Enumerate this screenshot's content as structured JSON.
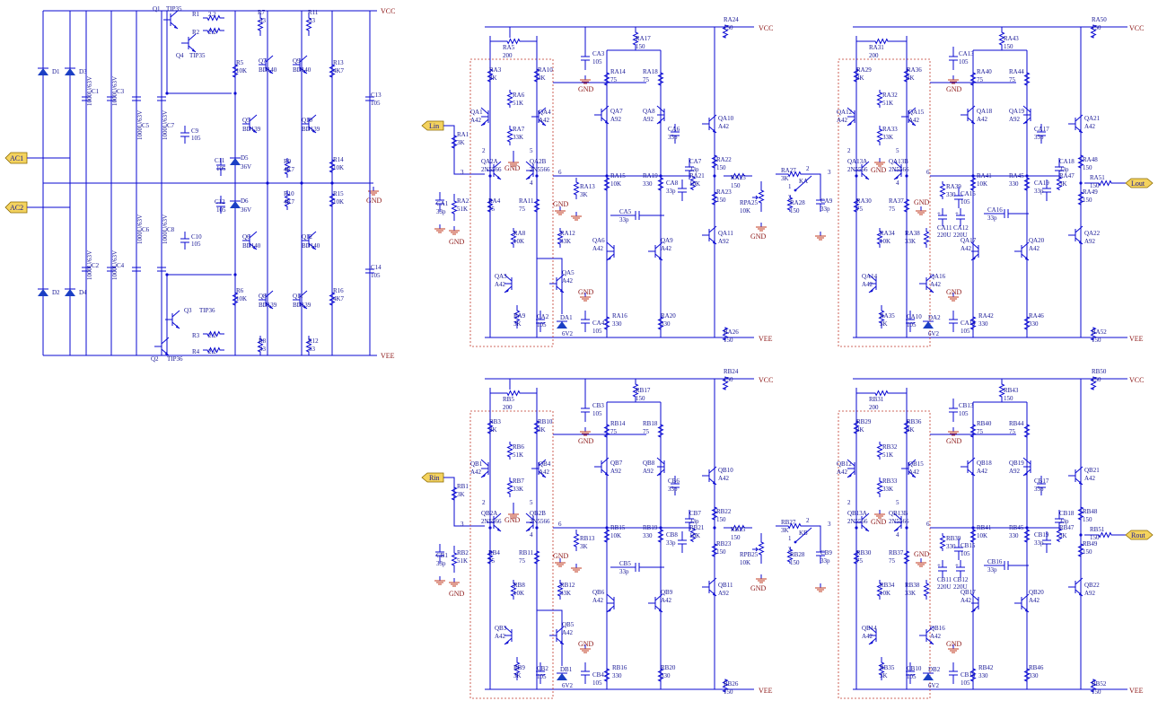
{
  "rails": {
    "vcc": "VCC",
    "vee": "VEE",
    "gnd": "GND"
  },
  "supply": {
    "ac1": "AC1",
    "ac2": "AC2",
    "diodes": [
      "D1",
      "D2",
      "D3",
      "D4"
    ],
    "caps_big": [
      {
        "ref": "C1",
        "val": "1000U/63V"
      },
      {
        "ref": "C3",
        "val": "1000U/63V"
      },
      {
        "ref": "C2",
        "val": "1000U/63V"
      },
      {
        "ref": "C4",
        "val": "1000U/63V"
      },
      {
        "ref": "C5",
        "val": "1000U/63V"
      },
      {
        "ref": "C7",
        "val": "1000U/63V"
      },
      {
        "ref": "C6",
        "val": "1000U/63V"
      },
      {
        "ref": "C8",
        "val": "1000U/63V"
      }
    ],
    "caps_small": [
      {
        "ref": "C9",
        "val": "105"
      },
      {
        "ref": "C10",
        "val": "105"
      },
      {
        "ref": "C11",
        "val": "105"
      },
      {
        "ref": "C12",
        "val": "105"
      },
      {
        "ref": "C13",
        "val": "105"
      },
      {
        "ref": "C14",
        "val": "105"
      }
    ],
    "transistors": [
      {
        "ref": "Q1",
        "val": "TIP35"
      },
      {
        "ref": "Q4",
        "val": "TIP35"
      },
      {
        "ref": "Q3",
        "val": "TIP36"
      },
      {
        "ref": "Q2",
        "val": "TIP36"
      },
      {
        "ref": "Q7",
        "val": "BD140"
      },
      {
        "ref": "Q9",
        "val": "BD140"
      },
      {
        "ref": "Q5",
        "val": "BD139"
      },
      {
        "ref": "Q10",
        "val": "BD139"
      },
      {
        "ref": "Q6",
        "val": "BD140"
      },
      {
        "ref": "Q12",
        "val": "BD140"
      },
      {
        "ref": "Q8",
        "val": "BD139"
      },
      {
        "ref": "Q11",
        "val": "BD139"
      }
    ],
    "resistors": [
      {
        "ref": "R1",
        "val": "2.2"
      },
      {
        "ref": "R2",
        "val": "2.2"
      },
      {
        "ref": "R3",
        "val": "2.2"
      },
      {
        "ref": "R4",
        "val": "2.2"
      },
      {
        "ref": "R7",
        "val": "33"
      },
      {
        "ref": "R11",
        "val": "33"
      },
      {
        "ref": "R8",
        "val": "33"
      },
      {
        "ref": "R12",
        "val": "33"
      },
      {
        "ref": "R5",
        "val": "10K"
      },
      {
        "ref": "R6",
        "val": "10K"
      },
      {
        "ref": "R9",
        "val": "4K7"
      },
      {
        "ref": "R10",
        "val": "4K7"
      },
      {
        "ref": "R13",
        "val": "4K7"
      },
      {
        "ref": "R16",
        "val": "4K7"
      },
      {
        "ref": "R14",
        "val": "10K"
      },
      {
        "ref": "R15",
        "val": "10K"
      }
    ],
    "zeners": [
      {
        "ref": "D5",
        "val": "36V"
      },
      {
        "ref": "D6",
        "val": "36V"
      }
    ]
  },
  "channels": [
    {
      "p": "A",
      "input": "Lin",
      "output": "Lout"
    },
    {
      "p": "B",
      "input": "Rin",
      "output": "Rout"
    }
  ],
  "stage": {
    "res": [
      {
        "n": "5",
        "v": "200"
      },
      {
        "n": "3",
        "v": "3K"
      },
      {
        "n": "10",
        "v": "3K"
      },
      {
        "n": "6",
        "v": "51K"
      },
      {
        "n": "7",
        "v": "33K"
      },
      {
        "n": "1",
        "v": "3K"
      },
      {
        "n": "2",
        "v": "51K"
      },
      {
        "n": "4",
        "v": "75"
      },
      {
        "n": "11",
        "v": "75"
      },
      {
        "n": "8",
        "v": "10K"
      },
      {
        "n": "12",
        "v": "33K"
      },
      {
        "n": "9",
        "v": "3K"
      },
      {
        "n": "13",
        "v": "3K"
      },
      {
        "n": "17",
        "v": "150"
      },
      {
        "n": "14",
        "v": "75"
      },
      {
        "n": "18",
        "v": "75"
      },
      {
        "n": "15",
        "v": "10K"
      },
      {
        "n": "19",
        "v": "330"
      },
      {
        "n": "16",
        "v": "330"
      },
      {
        "n": "20",
        "v": "330"
      },
      {
        "n": "21",
        "v": "10K"
      },
      {
        "n": "22",
        "v": "150"
      },
      {
        "n": "23",
        "v": "150"
      },
      {
        "n": "24",
        "v": "150"
      },
      {
        "n": "26",
        "v": "150"
      },
      {
        "n": "25",
        "v": "150"
      },
      {
        "n": "27",
        "v": "3K"
      },
      {
        "n": "28",
        "v": "150"
      },
      {
        "n": "31",
        "v": "200"
      },
      {
        "n": "29",
        "v": "3K"
      },
      {
        "n": "36",
        "v": "3K"
      },
      {
        "n": "32",
        "v": "51K"
      },
      {
        "n": "33",
        "v": "33K"
      },
      {
        "n": "30",
        "v": "75"
      },
      {
        "n": "37",
        "v": "75"
      },
      {
        "n": "34",
        "v": "10K"
      },
      {
        "n": "38",
        "v": "33K"
      },
      {
        "n": "35",
        "v": "3K"
      },
      {
        "n": "43",
        "v": "150"
      },
      {
        "n": "40",
        "v": "75"
      },
      {
        "n": "44",
        "v": "75"
      },
      {
        "n": "39",
        "v": "330"
      },
      {
        "n": "41",
        "v": "10K"
      },
      {
        "n": "45",
        "v": "330"
      },
      {
        "n": "47",
        "v": "3K"
      },
      {
        "n": "42",
        "v": "330"
      },
      {
        "n": "46",
        "v": "330"
      },
      {
        "n": "48",
        "v": "150"
      },
      {
        "n": "49",
        "v": "150"
      },
      {
        "n": "50",
        "v": "150"
      },
      {
        "n": "52",
        "v": "150"
      },
      {
        "n": "51",
        "v": "150"
      }
    ],
    "caps": [
      {
        "n": "1",
        "v": "33p"
      },
      {
        "n": "2",
        "v": "105"
      },
      {
        "n": "3",
        "v": "105"
      },
      {
        "n": "4",
        "v": "105"
      },
      {
        "n": "5",
        "v": "33p"
      },
      {
        "n": "6",
        "v": "33p"
      },
      {
        "n": "7",
        "v": "33p"
      },
      {
        "n": "8",
        "v": "33p"
      },
      {
        "n": "9",
        "v": "33p"
      },
      {
        "n": "10",
        "v": "105"
      },
      {
        "n": "11",
        "v": "220U"
      },
      {
        "n": "12",
        "v": "220U"
      },
      {
        "n": "13",
        "v": "105"
      },
      {
        "n": "14",
        "v": "105"
      },
      {
        "n": "15",
        "v": "105"
      },
      {
        "n": "16",
        "v": "33p"
      },
      {
        "n": "17",
        "v": "33p"
      },
      {
        "n": "18",
        "v": "33p"
      },
      {
        "n": "19",
        "v": "33p"
      }
    ],
    "trans": [
      {
        "n": "1",
        "v": "A42"
      },
      {
        "n": "4",
        "v": "A42"
      },
      {
        "n": "2A",
        "v": "2N5566"
      },
      {
        "n": "2B",
        "v": "2N5566"
      },
      {
        "n": "3",
        "v": "A42"
      },
      {
        "n": "5",
        "v": "A42"
      },
      {
        "n": "7",
        "v": "A92"
      },
      {
        "n": "8",
        "v": "A92"
      },
      {
        "n": "6",
        "v": "A42"
      },
      {
        "n": "9",
        "v": "A42"
      },
      {
        "n": "10",
        "v": "A42"
      },
      {
        "n": "11",
        "v": "A92"
      },
      {
        "n": "12",
        "v": "A42"
      },
      {
        "n": "15",
        "v": "A42"
      },
      {
        "n": "13A",
        "v": "2N5566"
      },
      {
        "n": "13B",
        "v": "2N5566"
      },
      {
        "n": "14",
        "v": "A42"
      },
      {
        "n": "16",
        "v": "A42"
      },
      {
        "n": "18",
        "v": "A42"
      },
      {
        "n": "19",
        "v": "A92"
      },
      {
        "n": "17",
        "v": "A42"
      },
      {
        "n": "20",
        "v": "A42"
      },
      {
        "n": "21",
        "v": "A42"
      },
      {
        "n": "22",
        "v": "A92"
      }
    ],
    "zeners": [
      {
        "n": "1",
        "v": "6V2"
      },
      {
        "n": "2",
        "v": "6V2"
      }
    ],
    "pot": {
      "n": "25",
      "v": "10K"
    },
    "relay": "K",
    "pins": [
      "1",
      "2",
      "3",
      "4",
      "5",
      "6"
    ]
  }
}
